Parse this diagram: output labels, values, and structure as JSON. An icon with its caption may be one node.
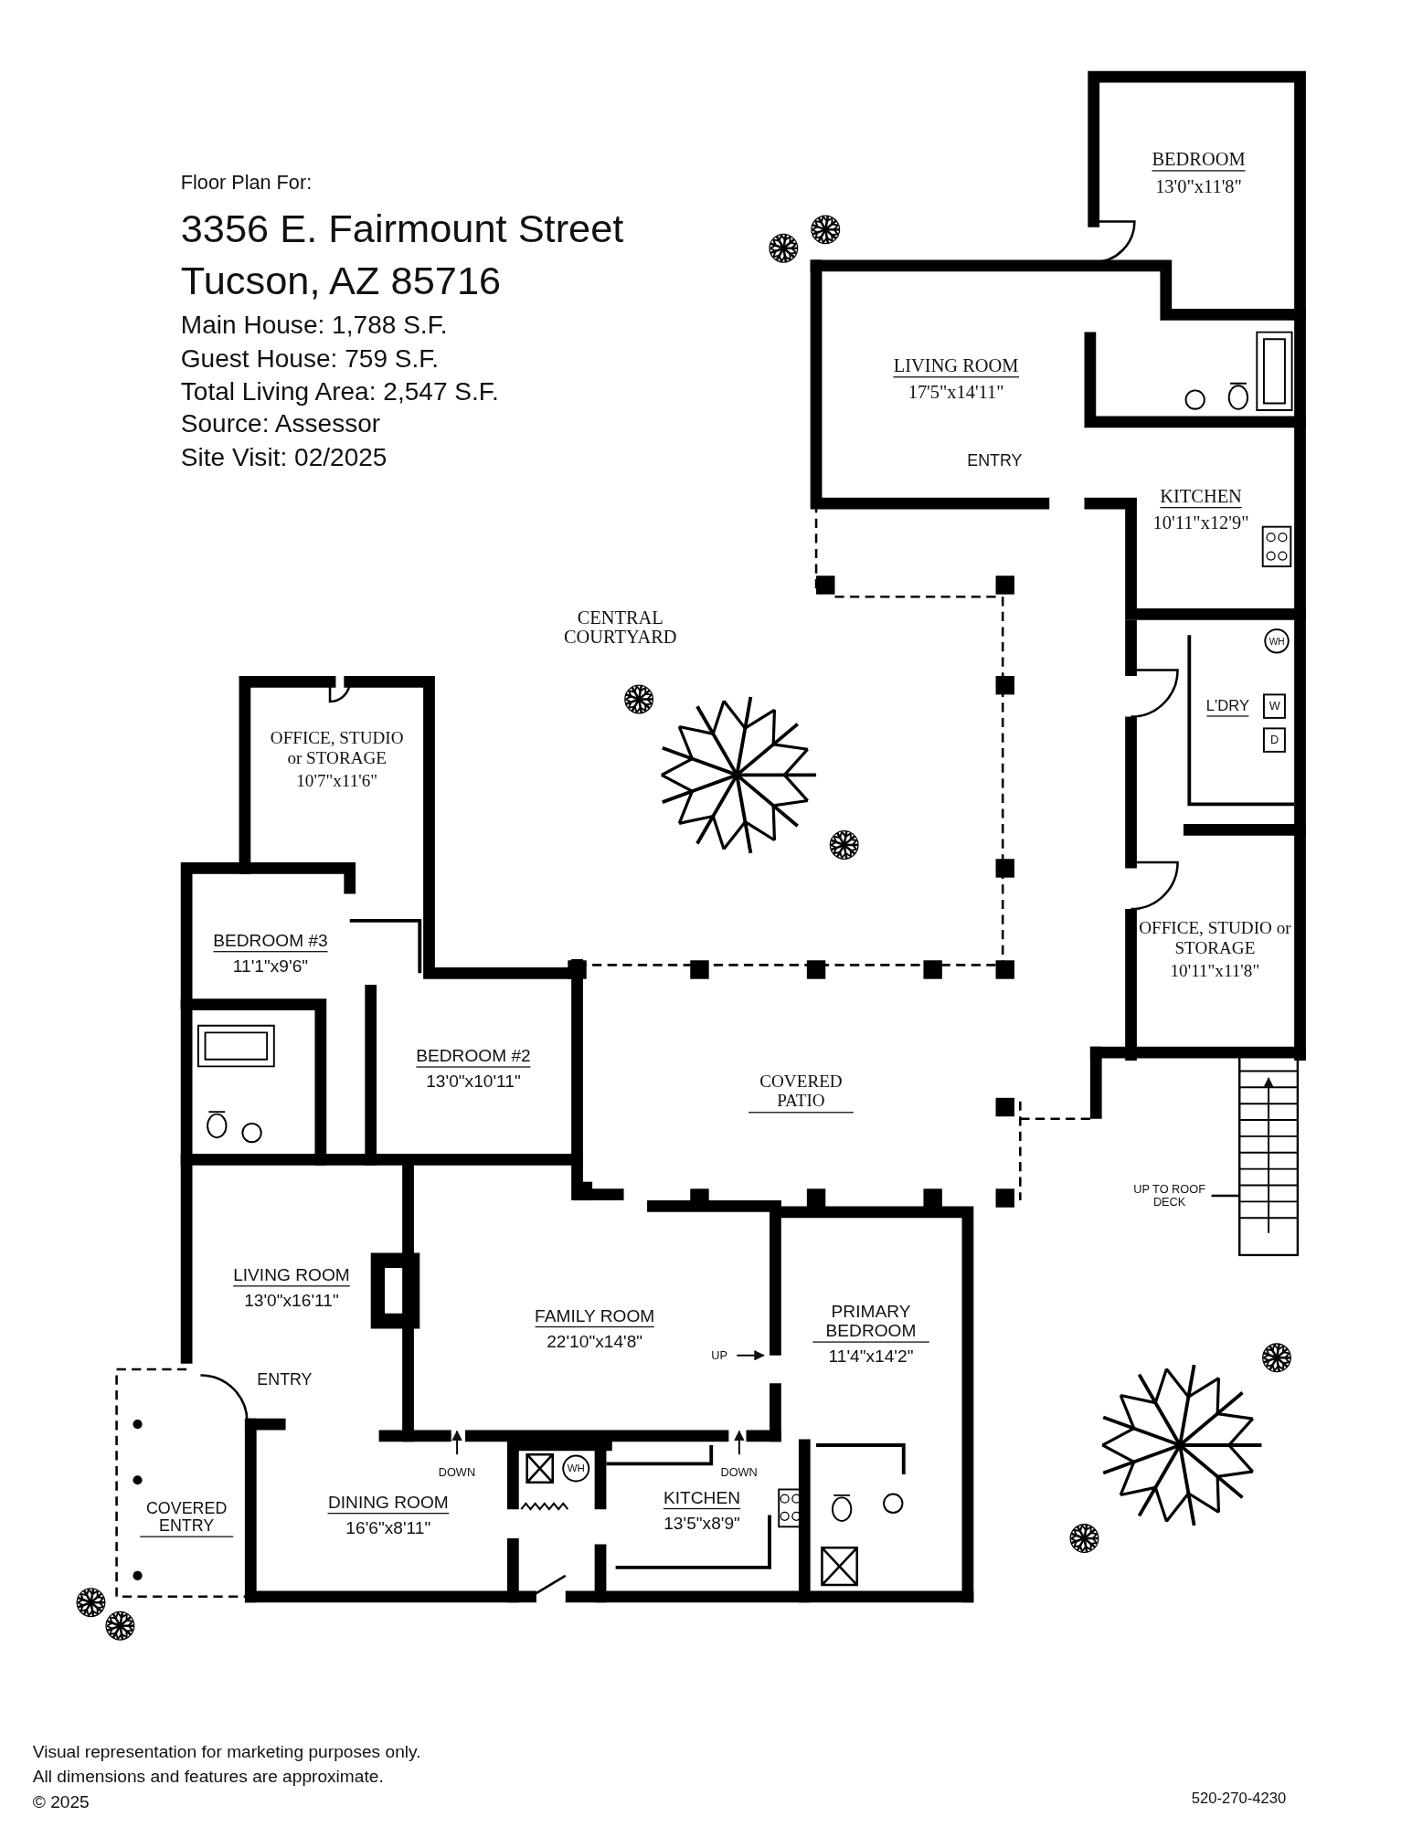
{
  "diagram": {
    "title": "3356 E. Fairmount Street Tucson, AZ 85716",
    "nodes": [
      {
        "text": [
          "BEDROOM",
          "13'0\"x11'8\""
        ]
      },
      {
        "text": [
          "LIVING ROOM",
          "17'5\"x14'11\""
        ]
      },
      {
        "text": [
          "KITCHEN",
          "10'11\"x12'9\""
        ]
      },
      {
        "text": [
          "CENTRAL COURTYARD"
        ]
      },
      {
        "text": [
          "L'DRY"
        ]
      },
      {
        "text": [
          "OFFICE, STUDIO or STORAGE",
          "10'7\"x11'6\""
        ]
      },
      {
        "text": [
          "OFFICE, STUDIO or STORAGE",
          "10'11\"x11'8\""
        ]
      },
      {
        "text": [
          "BEDROOM #3",
          "11'1\"x9'6\""
        ]
      },
      {
        "text": [
          "BEDROOM #2",
          "13'0\"x10'11\""
        ]
      },
      {
        "text": [
          "COVERED PATIO"
        ]
      },
      {
        "text": [
          "UP TO ROOF DECK"
        ]
      },
      {
        "text": [],
        "shape": "stairs"
      },
      {
        "text": [
          "LIVING ROOM",
          "13'0\"x16'11\""
        ]
      },
      {
        "text": [
          "FAMILY ROOM",
          "22'10\"x14'8\""
        ]
      },
      {
        "text": [
          "PRIMARY BEDROOM",
          "11'4\"x14'2\""
        ]
      },
      {
        "text": [
          "COVERED ENTRY"
        ]
      },
      {
        "text": [
          "DINING ROOM",
          "16'6\"x8'11\""
        ]
      },
      {
        "text": [
          "KITCHEN",
          "13'5\"x8'9\""
        ]
      }
    ],
    "edges": [
      {
        "from": 10,
        "to": 11,
        "arrow": "none"
      }
    ],
    "labels": [
      "Floor Plan For:",
      "Main House: 1,788 S.F.",
      "Guest House: 759 S.F.",
      "Total Living Area: 2,547 S.F.",
      "Source: Assessor",
      "Site Visit: 02/2025",
      "ENTRY",
      "WH",
      "W",
      "D",
      "UP",
      "ENTRY",
      "DOWN",
      "WH",
      "DOWN",
      "Visual representation for marketing purposes only.",
      "All dimensions and features are approximate.",
      "© 2025",
      "520-270-4230"
    ]
  }
}
